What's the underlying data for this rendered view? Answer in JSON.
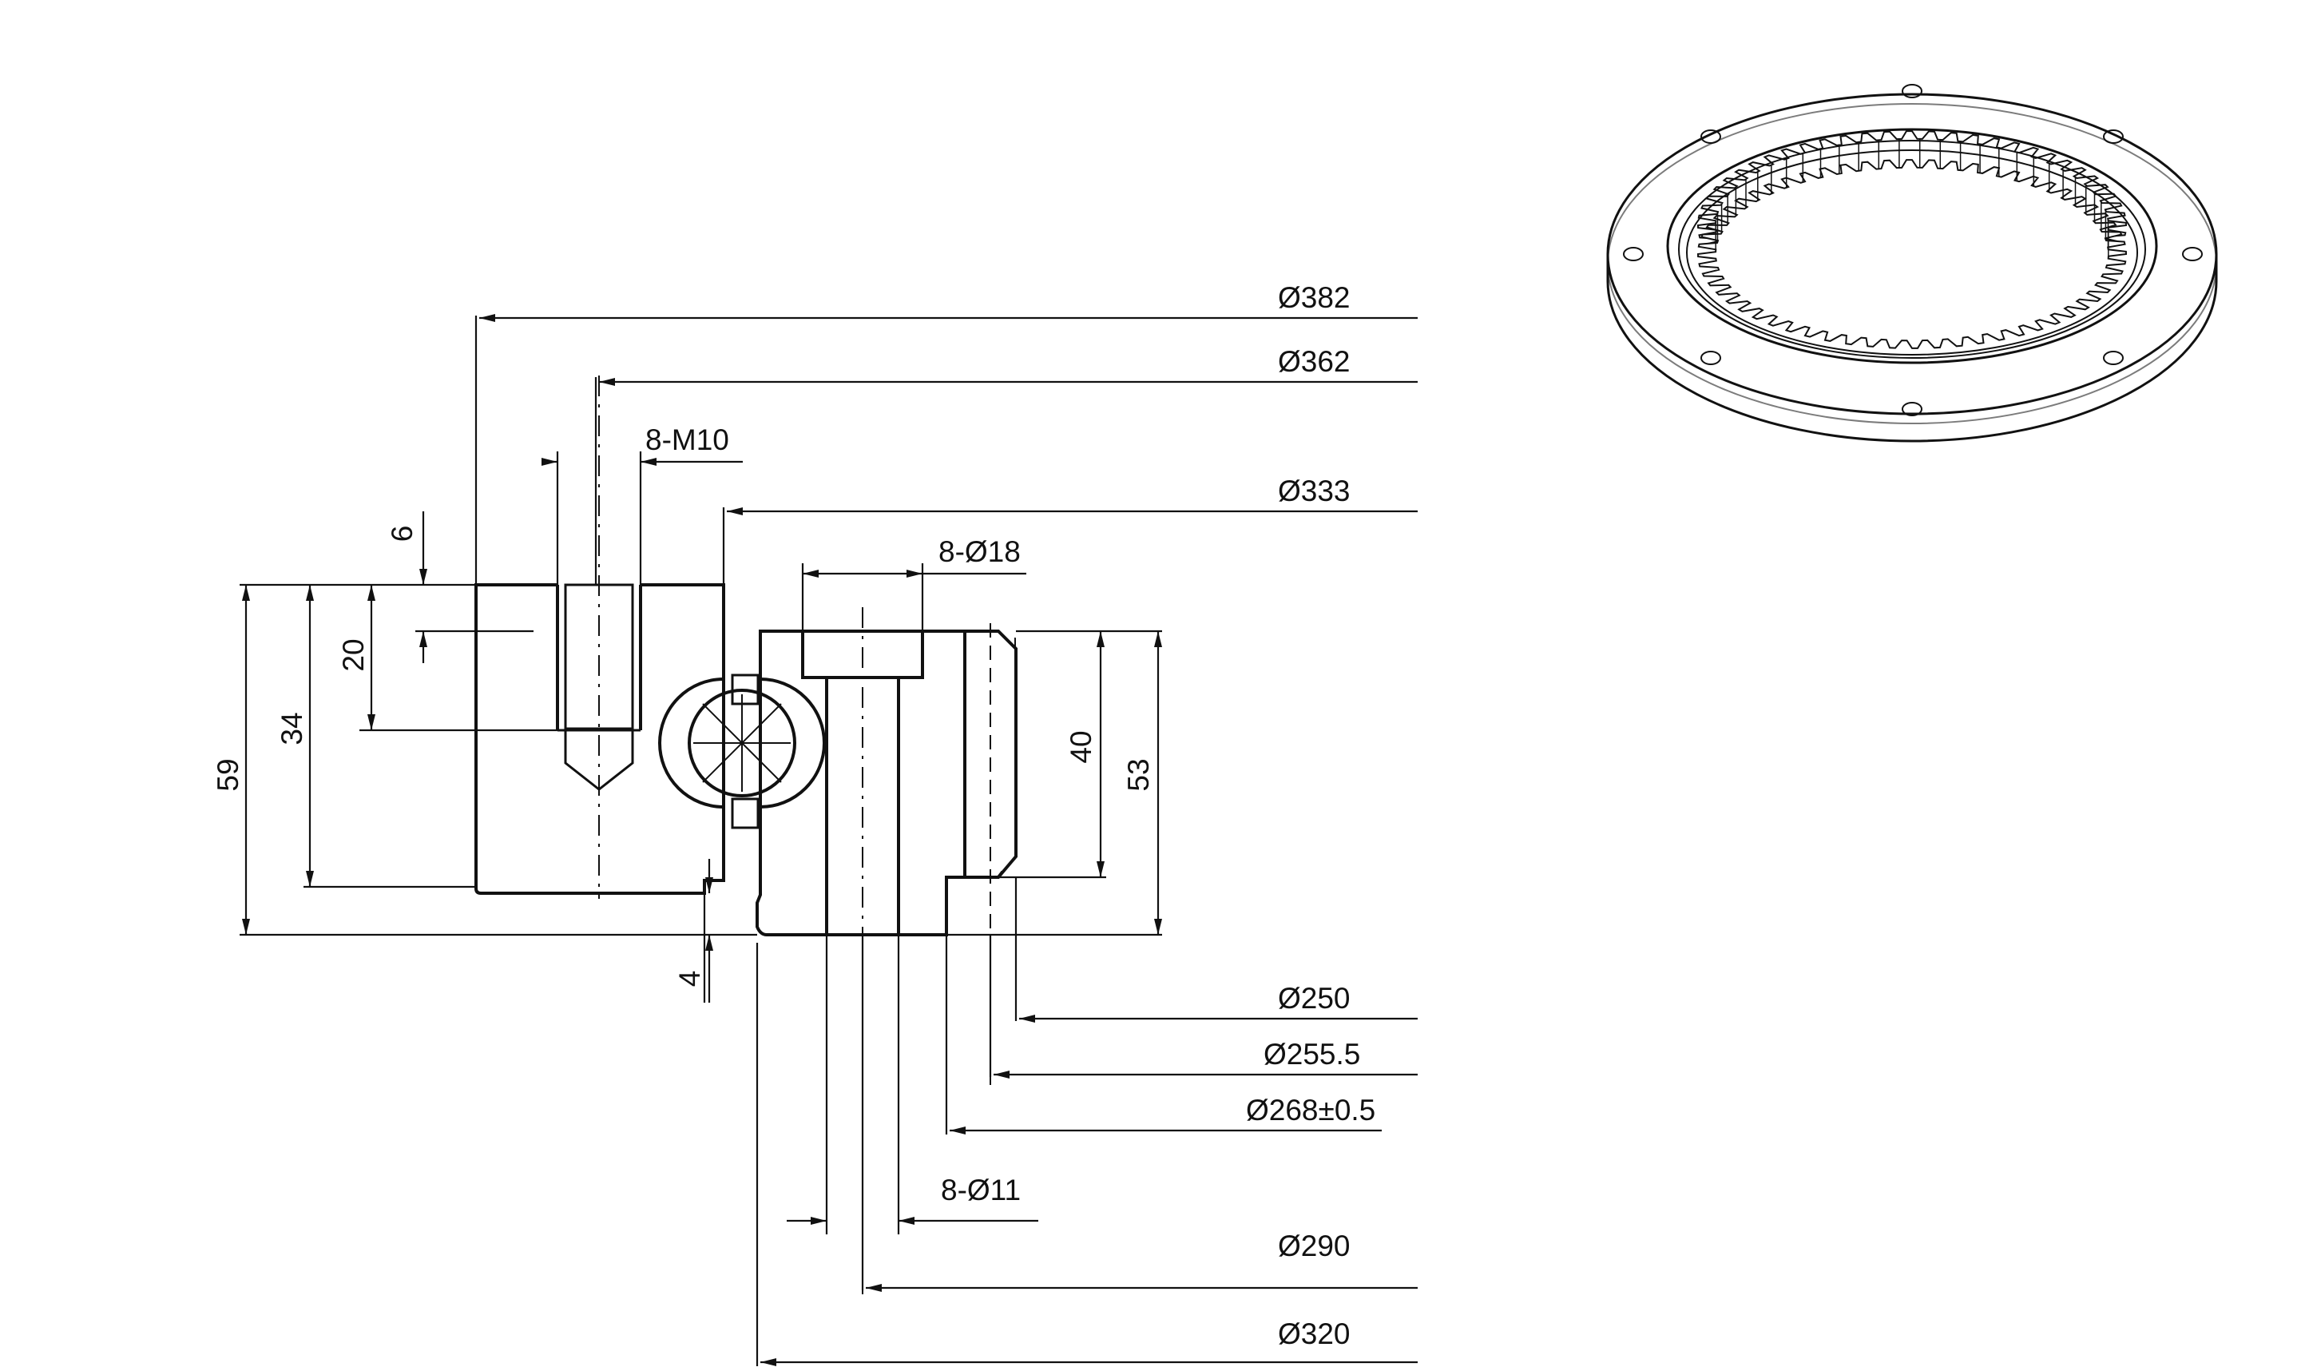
{
  "diameters": {
    "d382": "Ø382",
    "d362": "Ø362",
    "d333": "Ø333",
    "d250": "Ø250",
    "d255_5": "Ø255.5",
    "d268": "Ø268±0.5",
    "d290": "Ø290",
    "d320": "Ø320"
  },
  "holes": {
    "m10": "8-M10",
    "d18": "8-Ø18",
    "d11": "8-Ø11"
  },
  "heights": {
    "h59": "59",
    "h34": "34",
    "h20": "20",
    "h6": "6",
    "h4": "4",
    "h40": "40",
    "h53": "53"
  }
}
